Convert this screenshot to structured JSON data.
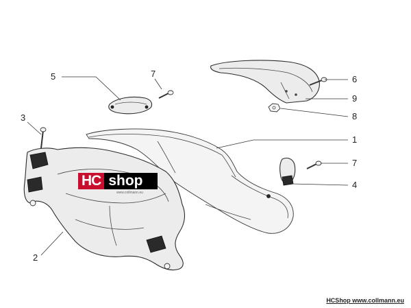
{
  "callouts": {
    "c5": "5",
    "c7a": "7",
    "c3": "3",
    "c6": "6",
    "c9": "9",
    "c8": "8",
    "c1": "1",
    "c7b": "7",
    "c4": "4",
    "c2": "2"
  },
  "logo": {
    "hc": "HC",
    "shop": "shop",
    "sub": "www.collmann.eu"
  },
  "credit": "HCShop www.collmann.eu",
  "colors": {
    "logo_red": "#c8102e",
    "logo_black": "#000000",
    "line": "#2a2a2a"
  }
}
